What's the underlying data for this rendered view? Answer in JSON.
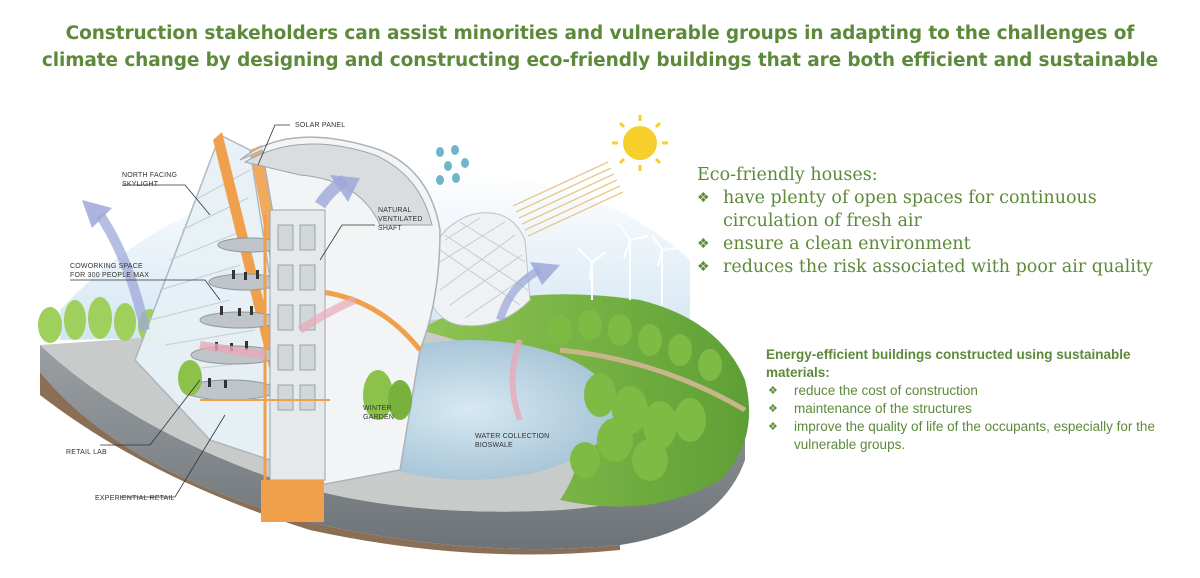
{
  "title": {
    "line1": "Construction stakeholders can assist minorities and vulnerable groups in adapting to the challenges of",
    "line2": "climate change by designing and constructing eco-friendly buildings that are both efficient and sustainable"
  },
  "illustration": {
    "labels": {
      "solar_panel": "SOLAR PANEL",
      "north_facing_1": "NORTH FACING",
      "north_facing_2": "SKYLIGHT",
      "natural_1": "NATURAL",
      "natural_2": "VENTILATED",
      "natural_3": "SHAFT",
      "coworking_1": "COWORKING SPACE",
      "coworking_2": "FOR 300 PEOPLE MAX",
      "winter_1": "WINTER",
      "winter_2": "GARDEN",
      "water_1": "WATER COLLECTION",
      "water_2": "BIOSWALE",
      "retail_lab": "RETAIL LAB",
      "experiential_retail": "EXPERIENTIAL RETAIL"
    }
  },
  "eco_friendly": {
    "heading": "Eco-friendly houses:",
    "bullet": "❖",
    "items": [
      "have plenty of open spaces for continuous circulation of fresh air",
      "ensure a clean environment",
      "reduces the risk associated with poor air quality"
    ]
  },
  "energy_efficient": {
    "heading": "Energy-efficient buildings constructed using sustainable materials:",
    "bullet": "❖",
    "items": [
      "reduce the cost of construction",
      "maintenance of the structures",
      "improve the quality of life of the occupants, especially for the vulnerable groups."
    ]
  },
  "colors": {
    "accent_green": "#5d8a3a",
    "sun": "#f7cf2a",
    "structure_orange": "#f0a04b"
  }
}
